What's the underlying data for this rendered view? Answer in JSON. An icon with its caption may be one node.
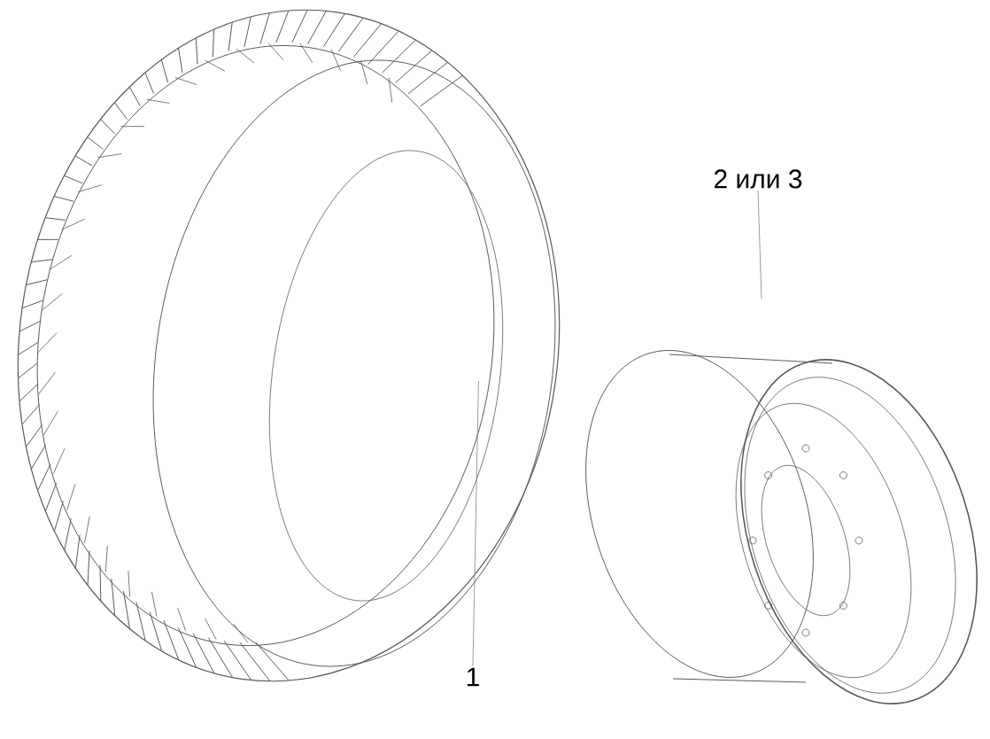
{
  "diagram": {
    "nodes": [
      {
        "text": [
          "1"
        ]
      },
      {
        "text": [],
        "shape": "picture"
      },
      {
        "text": [
          "2 или 3"
        ]
      },
      {
        "text": [],
        "shape": "picture"
      }
    ],
    "edges": [
      {
        "from": 0,
        "to": 1,
        "arrow": "none"
      },
      {
        "from": 2,
        "to": 3,
        "arrow": "none"
      }
    ]
  }
}
